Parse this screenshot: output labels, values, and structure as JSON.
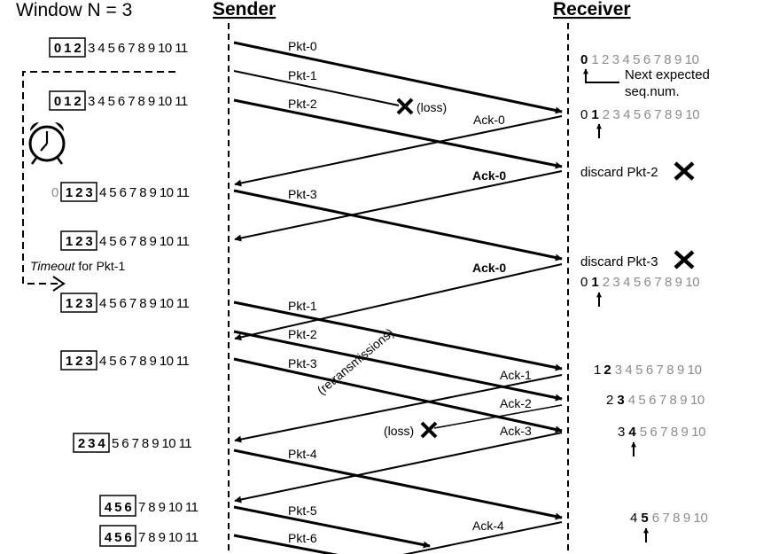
{
  "title": "Window N = 3",
  "sender_label": "Sender",
  "receiver_label": "Receiver",
  "colors": {
    "ink": "#000000",
    "muted": "#8c8c8c"
  },
  "sender_windows": [
    {
      "pre": "",
      "box": "0 1 2",
      "post": "3 4 5 6 7 8 9 10 11"
    },
    {
      "pre": "",
      "box": "0 1 2",
      "post": "3 4 5 6 7 8 9 10 11"
    },
    {
      "pre": "0",
      "box": "1 2 3",
      "post": "4 5 6 7 8 9 10 11"
    },
    {
      "pre": "",
      "box": "1 2 3",
      "post": "4 5 6 7 8 9 10 11"
    },
    {
      "pre": "",
      "box": "1 2 3",
      "post": "4 5 6 7 8 9 10 11"
    },
    {
      "pre": "",
      "box": "1 2 3",
      "post": "4 5 6 7 8 9 10 11"
    },
    {
      "pre": "",
      "box": "2 3 4",
      "post": "5 6 7 8 9 10 11"
    },
    {
      "pre": "",
      "box": "4 5 6",
      "post": "7 8 9 10 11"
    },
    {
      "pre": "",
      "box": "4 5 6",
      "post": "7 8 9 10 11"
    }
  ],
  "receiver_states": [
    {
      "pre": "",
      "bold": "0",
      "post": "1 2 3 4 5 6 7 8 9 10"
    },
    {
      "pre": "0",
      "bold": "1",
      "post": "2 3 4 5 6 7 8 9 10"
    },
    {
      "pre": "0",
      "bold": "1",
      "post": "2 3 4 5 6 7 8 9 10"
    },
    {
      "pre": "1",
      "bold": "2",
      "post": "3 4 5 6 7 8 9 10"
    },
    {
      "pre": "2",
      "bold": "3",
      "post": "4 5 6 7 8 9 10"
    },
    {
      "pre": "3",
      "bold": "4",
      "post": "5 6 7 8 9 10"
    },
    {
      "pre": "4",
      "bold": "5",
      "post": "6 7 8 9 10"
    }
  ],
  "messages": [
    {
      "label": "Pkt-0",
      "dir": "right",
      "bold": false
    },
    {
      "label": "Pkt-1",
      "dir": "right",
      "bold": false,
      "lost": true
    },
    {
      "label": "Pkt-2",
      "dir": "right",
      "bold": false
    },
    {
      "label": "Ack-0",
      "dir": "left",
      "bold": false
    },
    {
      "label": "Ack-0",
      "dir": "left",
      "bold": true
    },
    {
      "label": "Pkt-3",
      "dir": "right",
      "bold": false
    },
    {
      "label": "Ack-0",
      "dir": "left",
      "bold": true
    },
    {
      "label": "Pkt-1",
      "dir": "right",
      "bold": false
    },
    {
      "label": "Pkt-2",
      "dir": "right",
      "bold": false
    },
    {
      "label": "Pkt-3",
      "dir": "right",
      "bold": false
    },
    {
      "label": "Ack-1",
      "dir": "left",
      "bold": false
    },
    {
      "label": "Ack-2",
      "dir": "left",
      "bold": false,
      "lost": true
    },
    {
      "label": "Ack-3",
      "dir": "left",
      "bold": false
    },
    {
      "label": "Pkt-4",
      "dir": "right",
      "bold": false
    },
    {
      "label": "Pkt-5",
      "dir": "right",
      "bold": false
    },
    {
      "label": "Ack-4",
      "dir": "left",
      "bold": false
    },
    {
      "label": "Pkt-6",
      "dir": "right",
      "bold": false
    }
  ],
  "annotations": {
    "loss": "(loss)",
    "next_expected_line1": "Next expected",
    "next_expected_line2": "seq.num.",
    "discard_pkt2": "discard Pkt-2",
    "discard_pkt3": "discard Pkt-3",
    "timeout_italic": "Timeout",
    "timeout_rest": " for Pkt-1",
    "retransmissions": "(retransmissions)"
  },
  "icons": [
    "clock-icon",
    "loss-x-icon",
    "discard-x-icon",
    "pointer-arrow-icon"
  ]
}
